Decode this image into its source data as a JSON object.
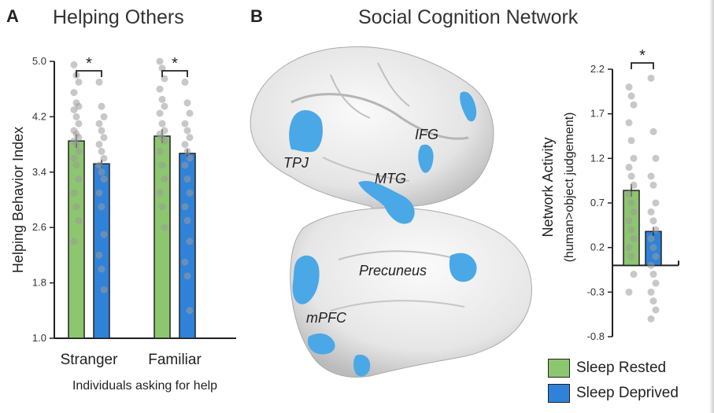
{
  "panels": {
    "a": {
      "letter": "A",
      "title": "Helping Others"
    },
    "b": {
      "letter": "B",
      "title": "Social Cognition Network"
    }
  },
  "brain_labels": {
    "tpj": "TPJ",
    "mtg": "MTG",
    "ifg": "IFG",
    "precuneus": "Precuneus",
    "mpfc": "mPFC"
  },
  "colors": {
    "rested": "#8cc66e",
    "deprived": "#2f82d8",
    "brain_region": "#4aa8e6",
    "dots": "#9a9a9a"
  },
  "legend": [
    {
      "label": "Sleep Rested",
      "color": "#8cc66e"
    },
    {
      "label": "Sleep Deprived",
      "color": "#2f82d8"
    }
  ],
  "chart_data": [
    {
      "type": "bar",
      "panel": "A",
      "title": "Helping Others",
      "categories": [
        "Stranger",
        "Familiar"
      ],
      "xlabel": "Individuals asking for help",
      "ylabel": "Helping Behavior Index",
      "ylim": [
        1.0,
        5.0
      ],
      "yticks": [
        "1.0",
        "1.8",
        "2.6",
        "3.4",
        "4.2",
        "5.0"
      ],
      "series": [
        {
          "name": "Sleep Rested",
          "values": [
            3.85,
            3.92
          ],
          "sem": [
            0.1,
            0.1
          ]
        },
        {
          "name": "Sleep Deprived",
          "values": [
            3.52,
            3.67
          ],
          "sem": [
            0.06,
            0.06
          ]
        }
      ],
      "significance": [
        "*",
        "*"
      ],
      "points": {
        "rested": [
          [
            4.95,
            4.8,
            4.7,
            4.55,
            4.4,
            4.35,
            4.3,
            4.2,
            4.1,
            4.0,
            3.95,
            3.9,
            3.85,
            3.8,
            3.7,
            3.6,
            3.5,
            3.3,
            3.1,
            2.9,
            2.7,
            2.4
          ],
          [
            5.0,
            4.9,
            4.75,
            4.6,
            4.45,
            4.35,
            4.25,
            4.1,
            4.0,
            3.95,
            3.9,
            3.85,
            3.7,
            3.5,
            3.3,
            3.1,
            2.9,
            2.6
          ]
        ],
        "deprived": [
          [
            4.7,
            4.35,
            4.2,
            4.1,
            4.0,
            3.9,
            3.8,
            3.7,
            3.6,
            3.5,
            3.4,
            3.3,
            3.1,
            2.9,
            2.5,
            2.2,
            2.0,
            1.7
          ],
          [
            4.7,
            4.4,
            4.25,
            4.1,
            4.0,
            3.9,
            3.8,
            3.7,
            3.6,
            3.5,
            3.3,
            3.1,
            2.9,
            2.7,
            2.4,
            2.1,
            1.9,
            1.4
          ]
        ]
      }
    },
    {
      "type": "bar",
      "panel": "B",
      "categories": [
        ""
      ],
      "ylabel": "Network Activity\n(human>object judgement)",
      "ylim": [
        -0.8,
        2.2
      ],
      "yticks": [
        "2.2",
        "1.7",
        "1.2",
        "0.7",
        "0.2",
        "-0.3",
        "-0.8"
      ],
      "series": [
        {
          "name": "Sleep Rested",
          "values": [
            0.84
          ],
          "sem": [
            0.07
          ]
        },
        {
          "name": "Sleep Deprived",
          "values": [
            0.38
          ],
          "sem": [
            0.05
          ]
        }
      ],
      "significance": [
        "*"
      ],
      "points": {
        "rested": [
          2.0,
          1.9,
          1.8,
          1.6,
          1.4,
          1.2,
          1.1,
          1.0,
          0.9,
          0.8,
          0.7,
          0.6,
          0.5,
          0.4,
          0.3,
          0.2,
          0.1,
          -0.1,
          -0.3
        ],
        "deprived": [
          2.1,
          1.5,
          1.2,
          1.0,
          0.9,
          0.7,
          0.6,
          0.5,
          0.4,
          0.3,
          0.2,
          0.1,
          0.0,
          -0.1,
          -0.2,
          -0.3,
          -0.4,
          -0.5,
          -0.6
        ]
      }
    }
  ]
}
